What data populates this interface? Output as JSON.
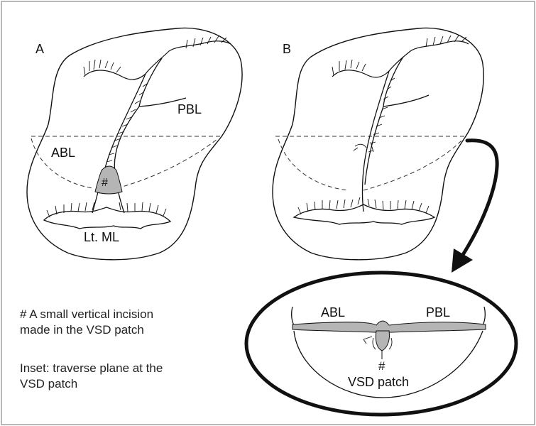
{
  "panels": {
    "a": {
      "letter": "A",
      "abl": "ABL",
      "pbl": "PBL",
      "hash": "#",
      "ml": "Lt. ML"
    },
    "b": {
      "letter": "B"
    }
  },
  "inset": {
    "abl": "ABL",
    "pbl": "PBL",
    "hash": "#",
    "patch": "VSD patch"
  },
  "notes": {
    "incision_line1": "# A small vertical incision",
    "incision_line2": "made in the VSD patch",
    "inset_line1": "Inset: traverse plane at the",
    "inset_line2": "VSD patch"
  },
  "colors": {
    "line": "#111111",
    "shade": "#b5b5b5",
    "frame": "#8a8a8a"
  }
}
